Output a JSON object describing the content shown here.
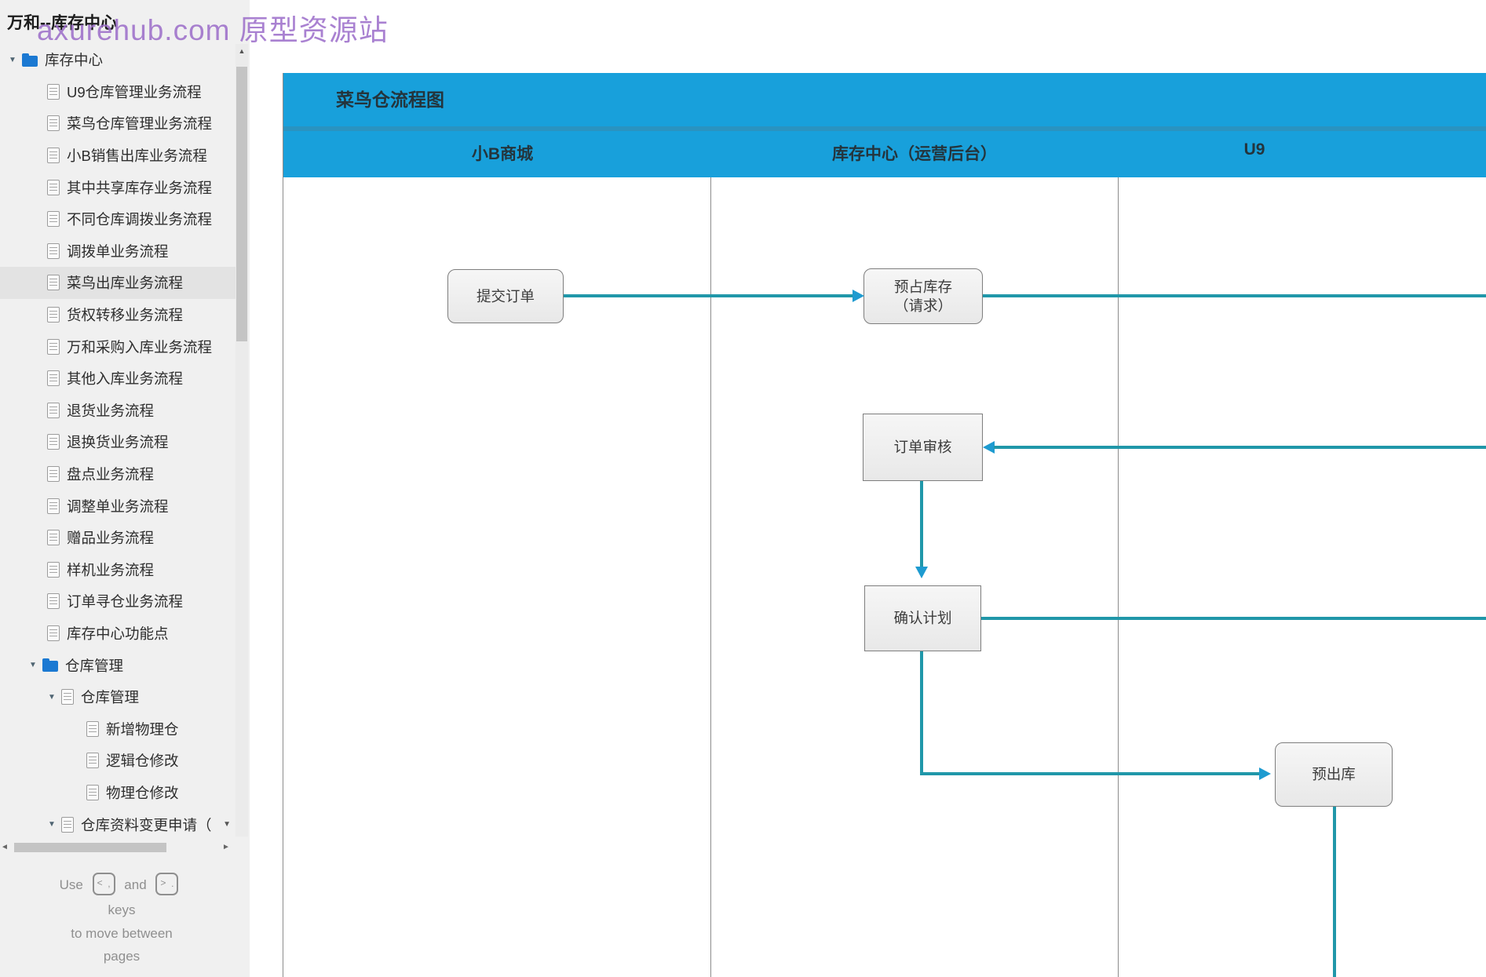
{
  "header": {
    "app_title": "万和--库存中心",
    "watermark": "axurehub.com 原型资源站"
  },
  "sidebar": {
    "items": [
      {
        "label": "库存中心",
        "type": "folder",
        "selected": false
      },
      {
        "label": "U9仓库管理业务流程",
        "type": "page",
        "selected": false
      },
      {
        "label": "菜鸟仓库管理业务流程",
        "type": "page",
        "selected": false
      },
      {
        "label": "小B销售出库业务流程",
        "type": "page",
        "selected": false
      },
      {
        "label": "其中共享库存业务流程",
        "type": "page",
        "selected": false
      },
      {
        "label": "不同仓库调拨业务流程",
        "type": "page",
        "selected": false
      },
      {
        "label": "调拨单业务流程",
        "type": "page",
        "selected": false
      },
      {
        "label": "菜鸟出库业务流程",
        "type": "page",
        "selected": true
      },
      {
        "label": "货权转移业务流程",
        "type": "page",
        "selected": false
      },
      {
        "label": "万和采购入库业务流程",
        "type": "page",
        "selected": false
      },
      {
        "label": "其他入库业务流程",
        "type": "page",
        "selected": false
      },
      {
        "label": "退货业务流程",
        "type": "page",
        "selected": false
      },
      {
        "label": "退换货业务流程",
        "type": "page",
        "selected": false
      },
      {
        "label": "盘点业务流程",
        "type": "page",
        "selected": false
      },
      {
        "label": "调整单业务流程",
        "type": "page",
        "selected": false
      },
      {
        "label": "赠品业务流程",
        "type": "page",
        "selected": false
      },
      {
        "label": "样机业务流程",
        "type": "page",
        "selected": false
      },
      {
        "label": "订单寻仓业务流程",
        "type": "page",
        "selected": false
      },
      {
        "label": "库存中心功能点",
        "type": "page",
        "selected": false
      },
      {
        "label": "仓库管理",
        "type": "folder",
        "selected": false
      },
      {
        "label": "仓库管理",
        "type": "page",
        "selected": false
      },
      {
        "label": "新增物理仓",
        "type": "page",
        "selected": false
      },
      {
        "label": "逻辑仓修改",
        "type": "page",
        "selected": false
      },
      {
        "label": "物理仓修改",
        "type": "page",
        "selected": false
      },
      {
        "label": "仓库资料变更申请（",
        "type": "page",
        "selected": false
      }
    ],
    "hint": {
      "use": "Use",
      "and": "and",
      "key1_top": "<",
      "key1_bot": ",",
      "key2_top": ">",
      "key2_bot": ".",
      "line2": "keys",
      "line3": "to move between",
      "line4": "pages"
    }
  },
  "flowchart": {
    "title": "菜鸟仓流程图",
    "lanes": [
      "小B商城",
      "库存中心（运营后台）",
      "U9"
    ],
    "nodes": {
      "submit": "提交订单",
      "reserve_l1": "预占库存",
      "reserve_l2": "（请求）",
      "review": "订单审核",
      "confirm": "确认计划",
      "preship": "预出库"
    },
    "colors": {
      "bar_blue": "#18A0DB",
      "separator_blue": "#2A93C0",
      "line_teal": "#2097A9",
      "arrowhead_blue": "#1E9BD0",
      "watermark_purple": "#9B6CC9",
      "folder_blue": "#1B79D2"
    }
  }
}
